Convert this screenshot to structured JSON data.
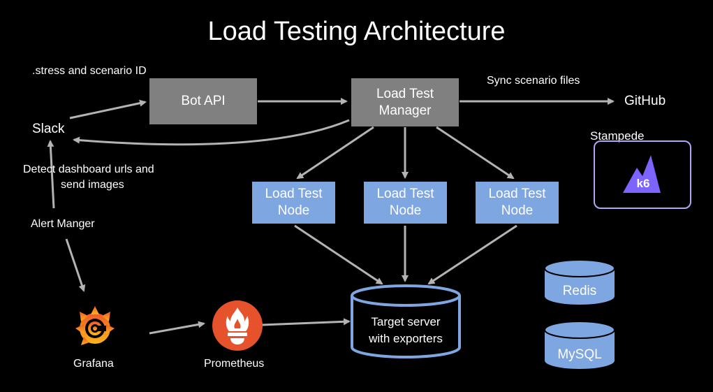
{
  "title": "Load Testing Architecture",
  "labels": {
    "stress_command": ".stress and scenario ID",
    "sync_files": "Sync scenario files",
    "detect_dashboard_line1": "Detect dashboard urls and",
    "detect_dashboard_line2": "send images",
    "alert_manager": "Alert Manger",
    "slack": "Slack",
    "github": "GitHub",
    "stampede": "Stampede",
    "grafana": "Grafana",
    "prometheus": "Prometheus",
    "k6": "k6"
  },
  "boxes": {
    "bot_api": "Bot API",
    "manager_line1": "Load Test",
    "manager_line2": "Manager",
    "nodes": [
      {
        "line1": "Load Test",
        "line2": "Node"
      },
      {
        "line1": "Load Test",
        "line2": "Node"
      },
      {
        "line1": "Load Test",
        "line2": "Node"
      }
    ]
  },
  "databases": {
    "target_line1": "Target server",
    "target_line2": "with exporters",
    "redis": "Redis",
    "mysql": "MySQL"
  },
  "colors": {
    "background": "#000000",
    "gray_box": "#808080",
    "blue_box": "#7ea6e0",
    "arrow": "#b3b3b3",
    "stampede_border": "#b3a5f5",
    "k6_purple": "#7d64ff",
    "grafana_orange": "#f05a28",
    "prometheus_orange": "#e6522c"
  },
  "icons": [
    "grafana-logo-icon",
    "prometheus-logo-icon",
    "k6-logo-icon"
  ]
}
